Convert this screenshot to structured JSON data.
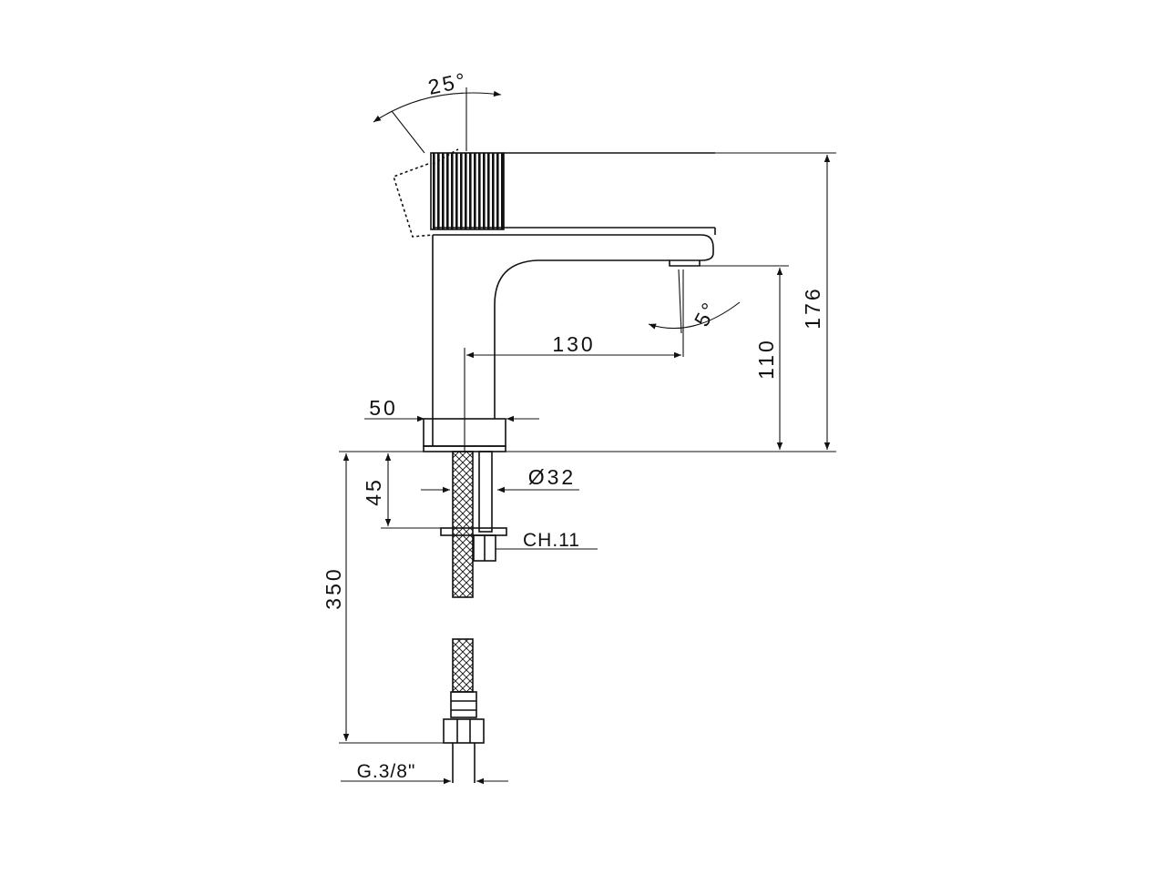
{
  "drawing": {
    "colors": {
      "line": "#111111",
      "background": "#ffffff"
    },
    "dimensions": {
      "handle_angle": "25°",
      "outlet_angle": "5°",
      "total_height": "176",
      "spout_height": "110",
      "spout_reach": "130",
      "body_width": "50",
      "hole_diameter": "Ø32",
      "shank_length": "45",
      "nut_size": "CH.11",
      "hose_length": "350",
      "hose_thread": "G.3/8\""
    }
  }
}
